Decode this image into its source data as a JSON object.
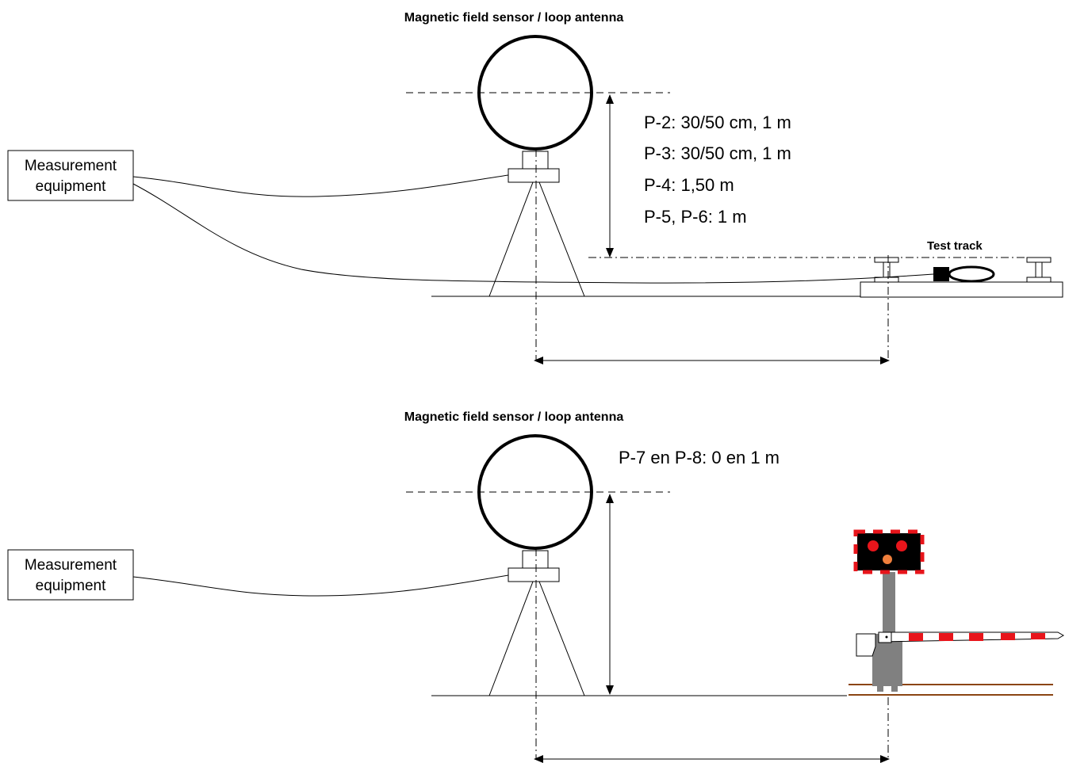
{
  "top_panel": {
    "title": "Magnetic field sensor / loop antenna",
    "equipment_box": {
      "line1": "Measurement",
      "line2": "equipment"
    },
    "parameters": [
      "P-2: 30/50 cm, 1 m",
      "P-3: 30/50 cm, 1 m",
      "P-4: 1,50 m",
      "P-5, P-6: 1 m"
    ],
    "track_label": "Test track"
  },
  "bottom_panel": {
    "title": "Magnetic field sensor / loop antenna",
    "equipment_box": {
      "line1": "Measurement",
      "line2": "equipment"
    },
    "parameters": [
      "P-7 en P-8: 0 en 1 m"
    ]
  },
  "colors": {
    "line": "#000000",
    "signal_red": "#e8151b",
    "signal_orange": "#f07f3c",
    "signal_body": "#000000",
    "pole_gray": "#808080",
    "rail_brown": "#8b4513",
    "barrier_red": "#e8151b"
  }
}
